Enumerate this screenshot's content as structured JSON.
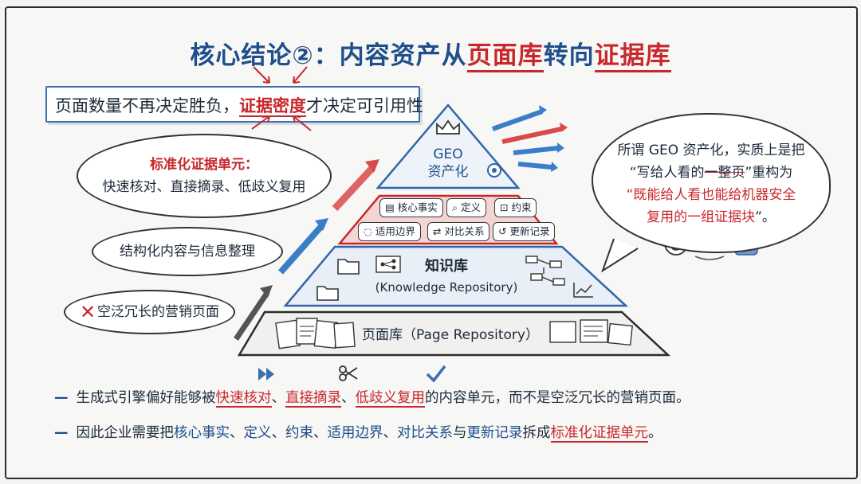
{
  "title": {
    "prefix": "核心结论②：内容资产从",
    "hl1": "页面库",
    "mid": "转向",
    "hl2": "证据库"
  },
  "callout": {
    "a": "页面数量不再决定胜负，",
    "hl": "证据密度",
    "b": "才决定可引用性"
  },
  "clouds": {
    "standard": {
      "line1": "标准化证据单元：",
      "line2": "快速核对、直接摘录、低歧义复用"
    },
    "structured": "结构化内容与信息整理",
    "verbose": "空泛冗长的营销页面"
  },
  "pyramid": {
    "top": {
      "line1": "GEO",
      "line2": "资产化"
    },
    "chips_row1": [
      "核心事实",
      "定义",
      "约束"
    ],
    "chips_row2": [
      "适用边界",
      "对比关系",
      "更新记录"
    ],
    "knowledge": {
      "line1": "知识库",
      "line2": "(Knowledge Repository)"
    },
    "pages": "页面库（Page Repository）"
  },
  "bubble": {
    "line1": "所谓 GEO 资产化，实质上是把",
    "line2a": "“写给人看的",
    "line2b": "一整页",
    "line2c": "”重构为",
    "line3": "“既能给人看也能给机器安全",
    "line4a": "复用的一组证据块",
    "line4b": "”。"
  },
  "bottom": {
    "line1": {
      "a": "生成式引擎偏好能够被",
      "r1": "快速核对",
      "s1": "、",
      "r2": "直接摘录",
      "s2": "、",
      "r3": "低歧义复用",
      "b": "的内容单元，而不是空泛冗长的营销页面。"
    },
    "line2": {
      "a": "因此企业需要把",
      "k1": "核心事实",
      "s1": "、",
      "k2": "定义",
      "s2": "、",
      "k3": "约束",
      "s3": "、",
      "k4": "适用边界",
      "s4": "、",
      "k5": "对比关系",
      "s5": "与",
      "k6": "更新记录",
      "m": "拆成",
      "r": "标准化证据单元",
      "e": "。"
    }
  },
  "icons": [
    "crown-icon",
    "gear-icon",
    "document-icon",
    "search-icon",
    "lock-icon",
    "circle-icon",
    "swap-icon",
    "history-icon",
    "folder-icon",
    "fast-forward-icon",
    "scissors-icon",
    "checkmark-icon",
    "person-icon",
    "robot-icon"
  ],
  "colors": {
    "accent_blue": "#1f4e8c",
    "accent_red": "#c8282c"
  }
}
